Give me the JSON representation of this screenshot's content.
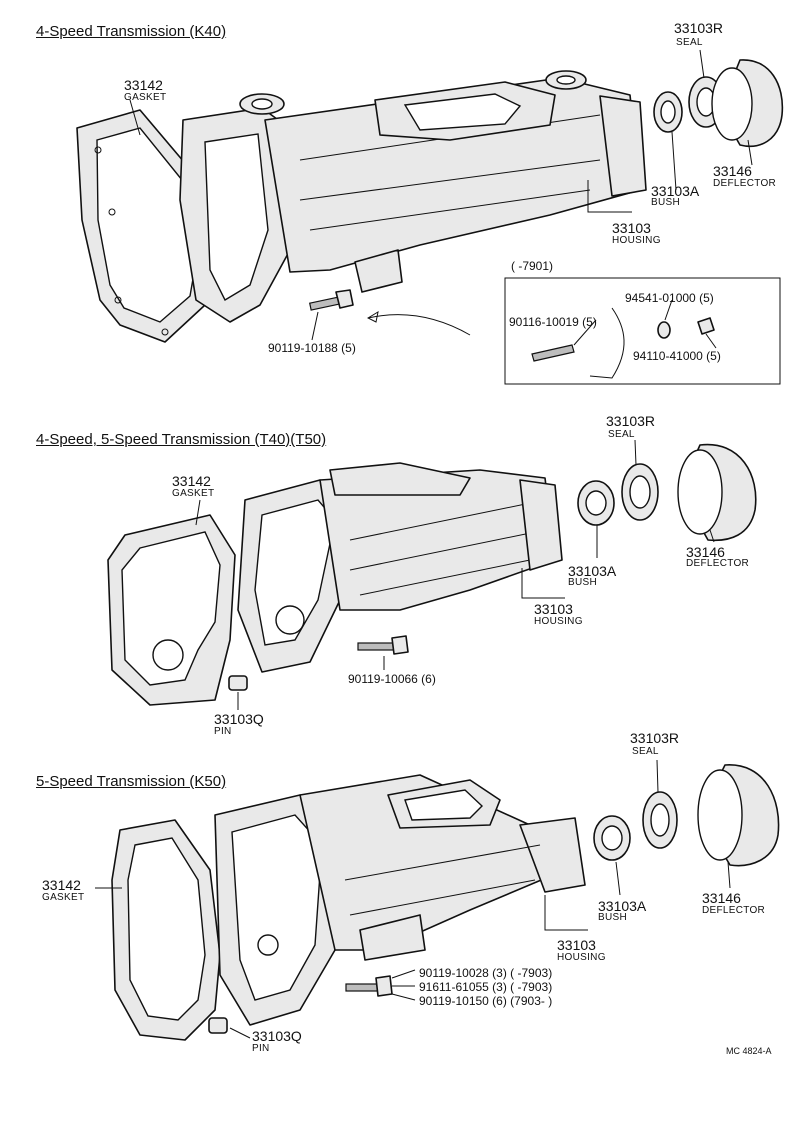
{
  "sections": [
    {
      "title": "4-Speed Transmission (K40)",
      "parts": {
        "seal": {
          "number": "33103R",
          "name": "SEAL"
        },
        "gasket": {
          "number": "33142",
          "name": "GASKET"
        },
        "bush": {
          "number": "33103A",
          "name": "BUSH"
        },
        "housing": {
          "number": "33103",
          "name": "HOUSING"
        },
        "deflector": {
          "number": "33146",
          "name": "DEFLECTOR"
        },
        "bolt": {
          "number": "90119-10188 (5)"
        }
      },
      "inset": {
        "range": "(      -7901)",
        "washer": "94541-01000 (5)",
        "stud": "90116-10019 (5)",
        "nut": "94110-41000 (5)"
      }
    },
    {
      "title": "4-Speed, 5-Speed Transmission (T40)(T50)",
      "parts": {
        "seal": {
          "number": "33103R",
          "name": "SEAL"
        },
        "gasket": {
          "number": "33142",
          "name": "GASKET"
        },
        "deflector": {
          "number": "33146",
          "name": "DEFLECTOR"
        },
        "bush": {
          "number": "33103A",
          "name": "BUSH"
        },
        "housing": {
          "number": "33103",
          "name": "HOUSING"
        },
        "bolt": {
          "number": "90119-10066 (6)"
        },
        "pin": {
          "number": "33103Q",
          "name": "PIN"
        }
      }
    },
    {
      "title": "5-Speed Transmission (K50)",
      "parts": {
        "seal": {
          "number": "33103R",
          "name": "SEAL"
        },
        "gasket": {
          "number": "33142",
          "name": "GASKET"
        },
        "bush": {
          "number": "33103A",
          "name": "BUSH"
        },
        "deflector": {
          "number": "33146",
          "name": "DEFLECTOR"
        },
        "housing": {
          "number": "33103",
          "name": "HOUSING"
        },
        "pin": {
          "number": "33103Q",
          "name": "PIN"
        }
      },
      "bolts": [
        "90119-10028 (3) (      -7903)",
        "91611-61055 (3) (      -7903)",
        "90119-10150 (6) (7903-      )"
      ]
    }
  ],
  "footer_code": "MC 4824-A"
}
